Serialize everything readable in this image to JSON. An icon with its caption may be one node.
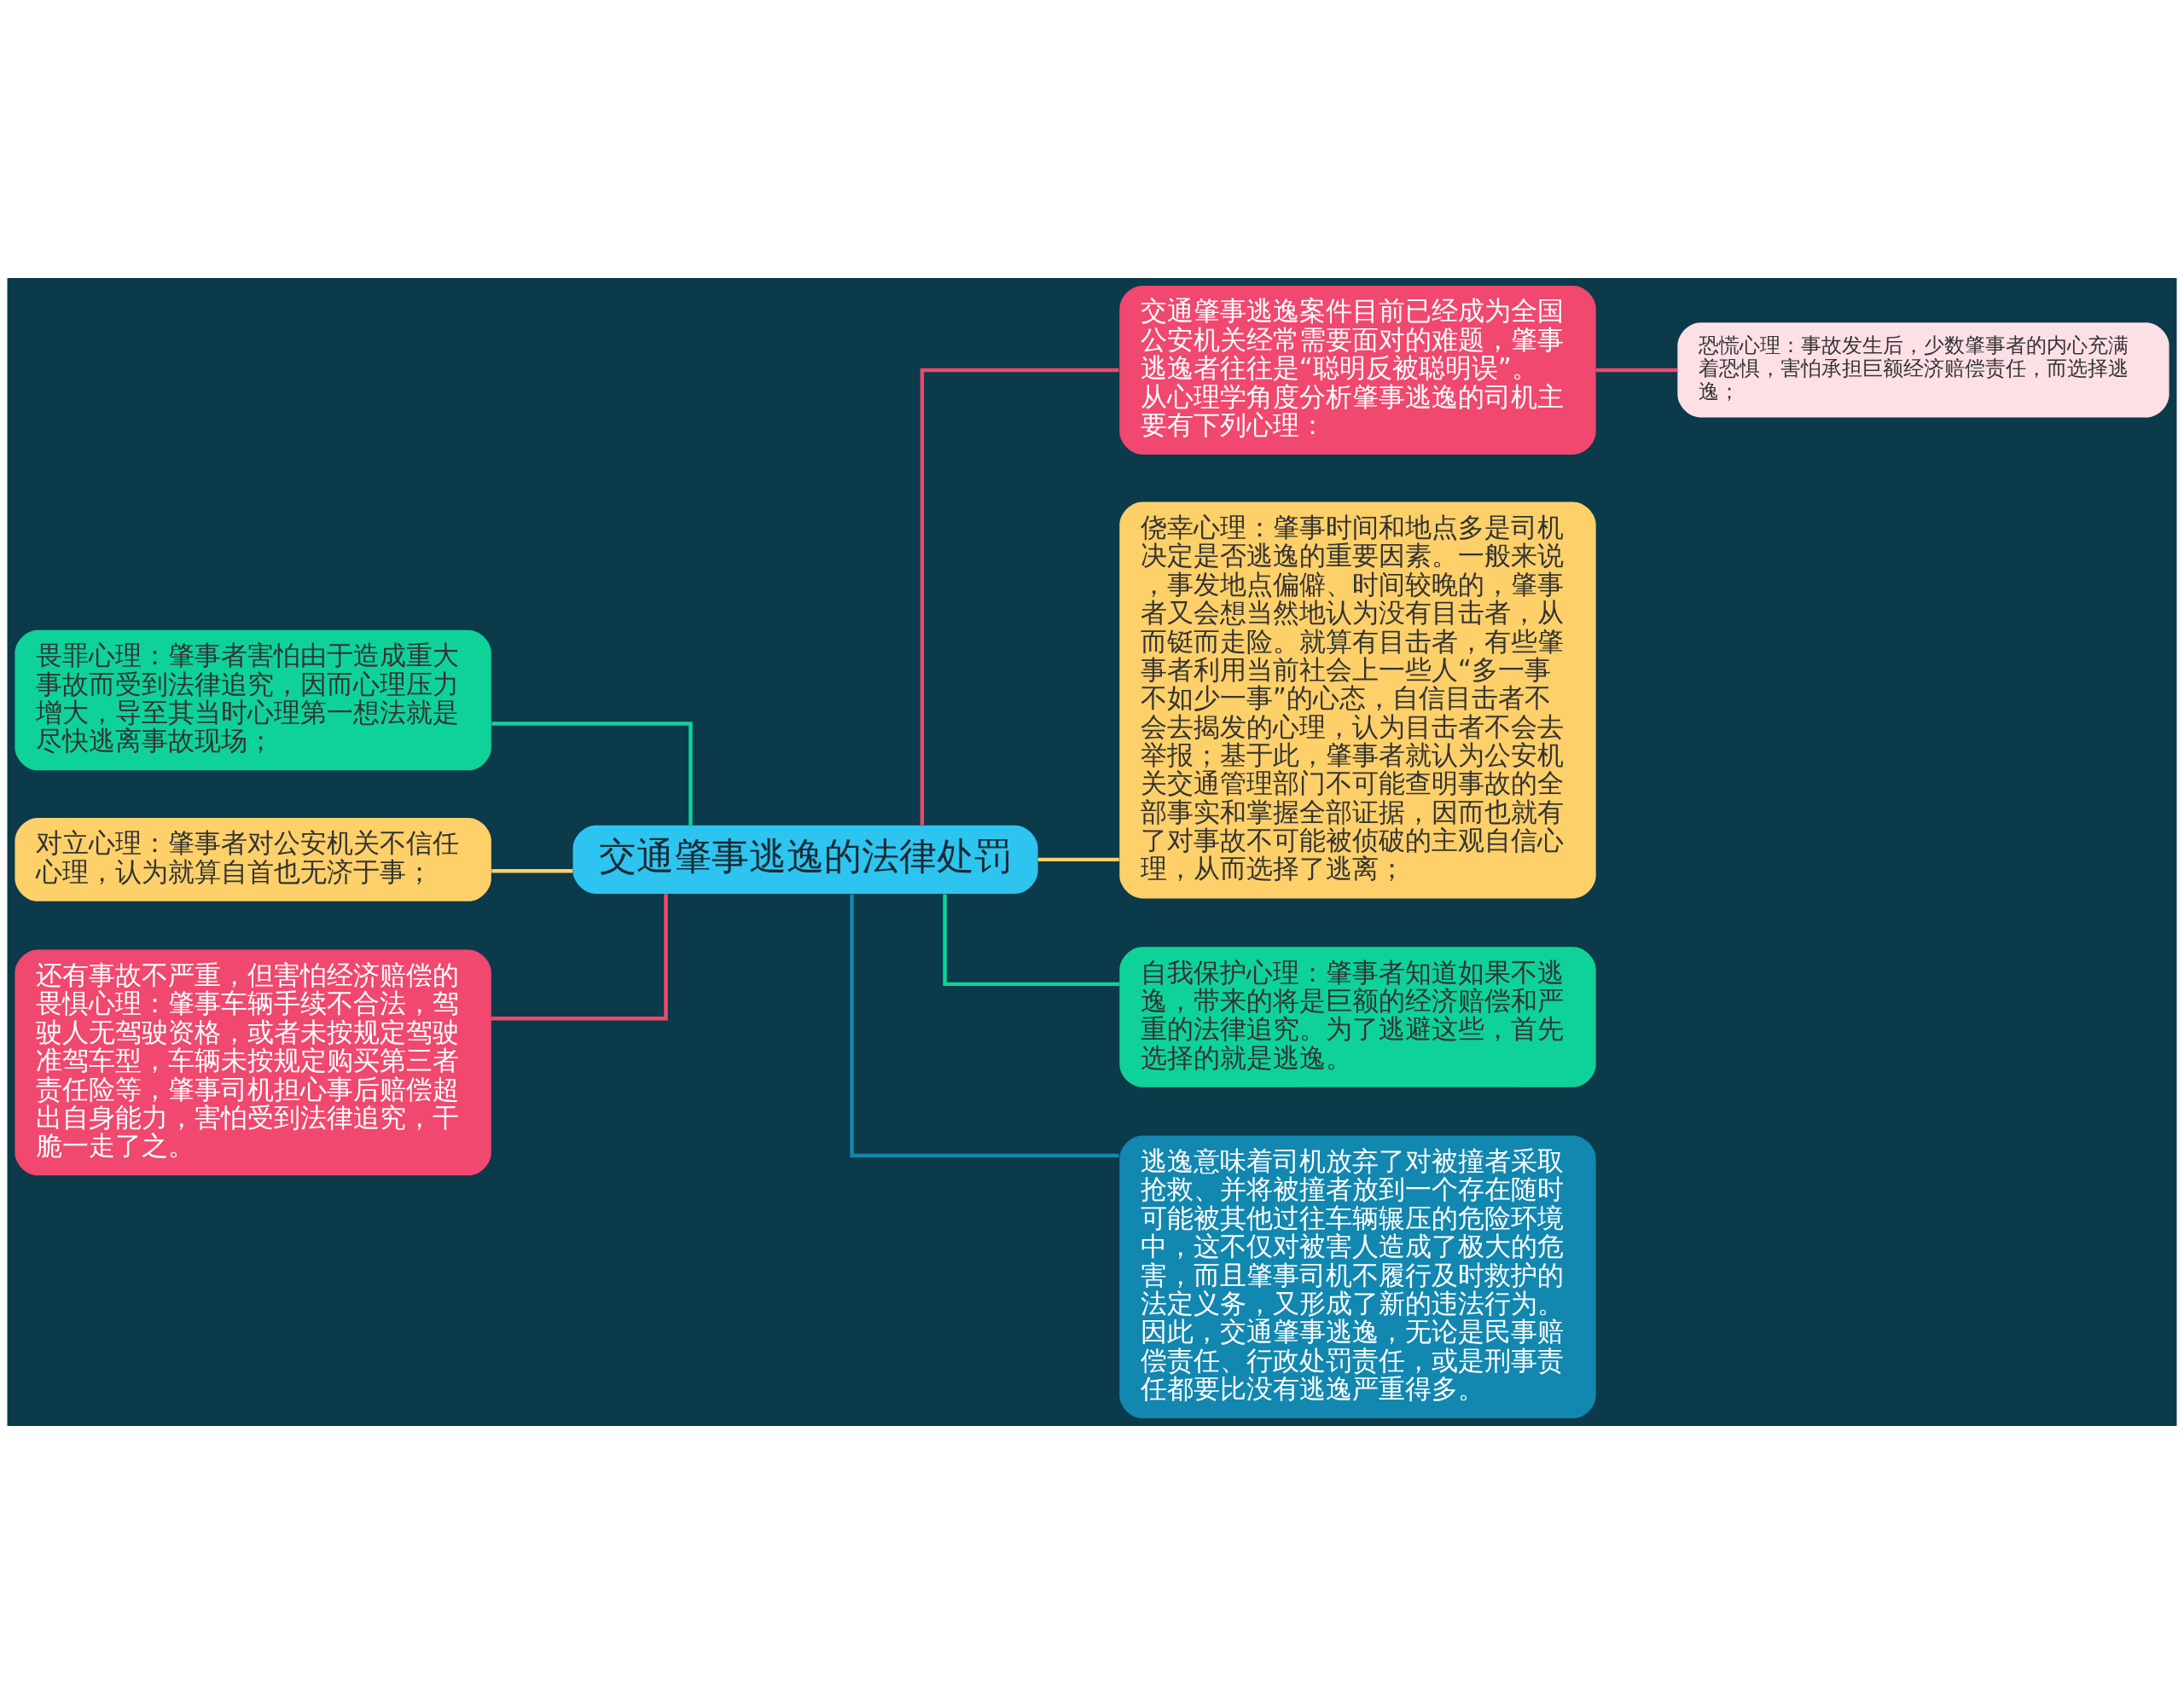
{
  "diagram": {
    "nodes": [
      {
        "text": [
          "交通肇事逃逸的法律处罚"
        ]
      },
      {
        "text": [
          "交通肇事逃逸案件目前已经成为全国公安机关经常需要面对的难题，肇事逃逸者往往是“聪明反被聪明误”。从心理学角度分析肇事逃逸的司机主要有下列心理："
        ]
      },
      {
        "text": [
          "恐慌心理：事故发生后，少数肇事者的内心充满着恐惧，害怕承担巨额经济赔偿责任，而选择逃逸；"
        ]
      },
      {
        "text": [
          "侥幸心理：肇事时间和地点多是司机决定是否逃逸的重要因素。一般来说，事发地点偏僻、时间较晚的，肇事者又会想当然地认为没有目击者，从而铤而走险。就算有目击者，有些肇事者利用当前社会上一些人“多一事不如少一事”的心态，自信目击者不会去揭发的心理，认为目击者不会去举报；基于此，肇事者就认为公安机关交通管理部门不可能查明事故的全部事实和掌握全部证据，因而也就有了对事故不可能被侦破的主观自信心理，从而选择了逃离；"
        ]
      },
      {
        "text": [
          "自我保护心理：肇事者知道如果不逃逸，带来的将是巨额的经济赔偿和严重的法律追究。为了逃避这些，首先选择的就是逃逸。"
        ]
      },
      {
        "text": [
          "逃逸意味着司机放弃了对被撞者采取抢救、并将被撞者放到一个存在随时可能被其他过往车辆辗压的危险环境中，这不仅对被害人造成了极大的危害，而且肇事司机不履行及时救护的法定义务，又形成了新的违法行为。因此，交通肇事逃逸，无论是民事赔偿责任、行政处罚责任，或是刑事责任都要比没有逃逸严重得多。"
        ]
      },
      {
        "text": [
          "畏罪心理：肇事者害怕由于造成重大事故而受到法律追究，因而心理压力增大，导至其当时心理第一想法就是尽快逃离事故现场；"
        ]
      },
      {
        "text": [
          "对立心理：肇事者对公安机关不信任心理，认为就算自首也无济于事；"
        ]
      },
      {
        "text": [
          "还有事故不严重，但害怕经济赔偿的畏惧心理：肇事车辆手续不合法，驾驶人无驾驶资格，或者未按规定驾驶准驾车型，车辆未按规定购买第三者责任险等，肇事司机担心事后赔偿超出自身能力，害怕受到法律追究，干脆一走了之。"
        ]
      }
    ],
    "edges": [
      {
        "from": 0,
        "to": 1,
        "arrow": "none",
        "color": "#f0486e"
      },
      {
        "from": 1,
        "to": 2,
        "arrow": "none",
        "color": "#f0486e"
      },
      {
        "from": 0,
        "to": 3,
        "arrow": "none",
        "color": "#fdd06a"
      },
      {
        "from": 0,
        "to": 4,
        "arrow": "none",
        "color": "#0fd29a"
      },
      {
        "from": 0,
        "to": 5,
        "arrow": "none",
        "color": "#1287b0"
      },
      {
        "from": 0,
        "to": 6,
        "arrow": "none",
        "color": "#0fd29a"
      },
      {
        "from": 0,
        "to": 7,
        "arrow": "none",
        "color": "#fdd06a"
      },
      {
        "from": 0,
        "to": 8,
        "arrow": "none",
        "color": "#f0486e"
      }
    ]
  }
}
